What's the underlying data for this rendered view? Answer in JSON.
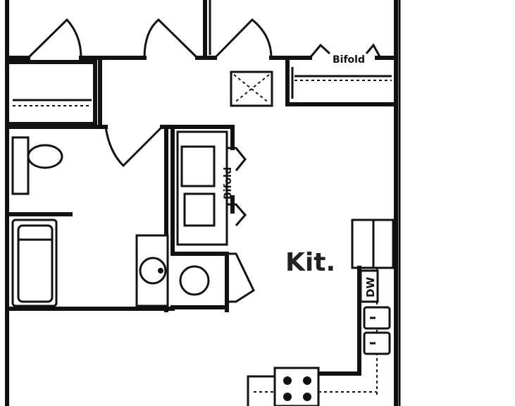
{
  "labels": {
    "bifold_top": "Bifold",
    "bifold_side": "Bifold",
    "kitchen": "Kit.",
    "dishwasher": "DW"
  }
}
